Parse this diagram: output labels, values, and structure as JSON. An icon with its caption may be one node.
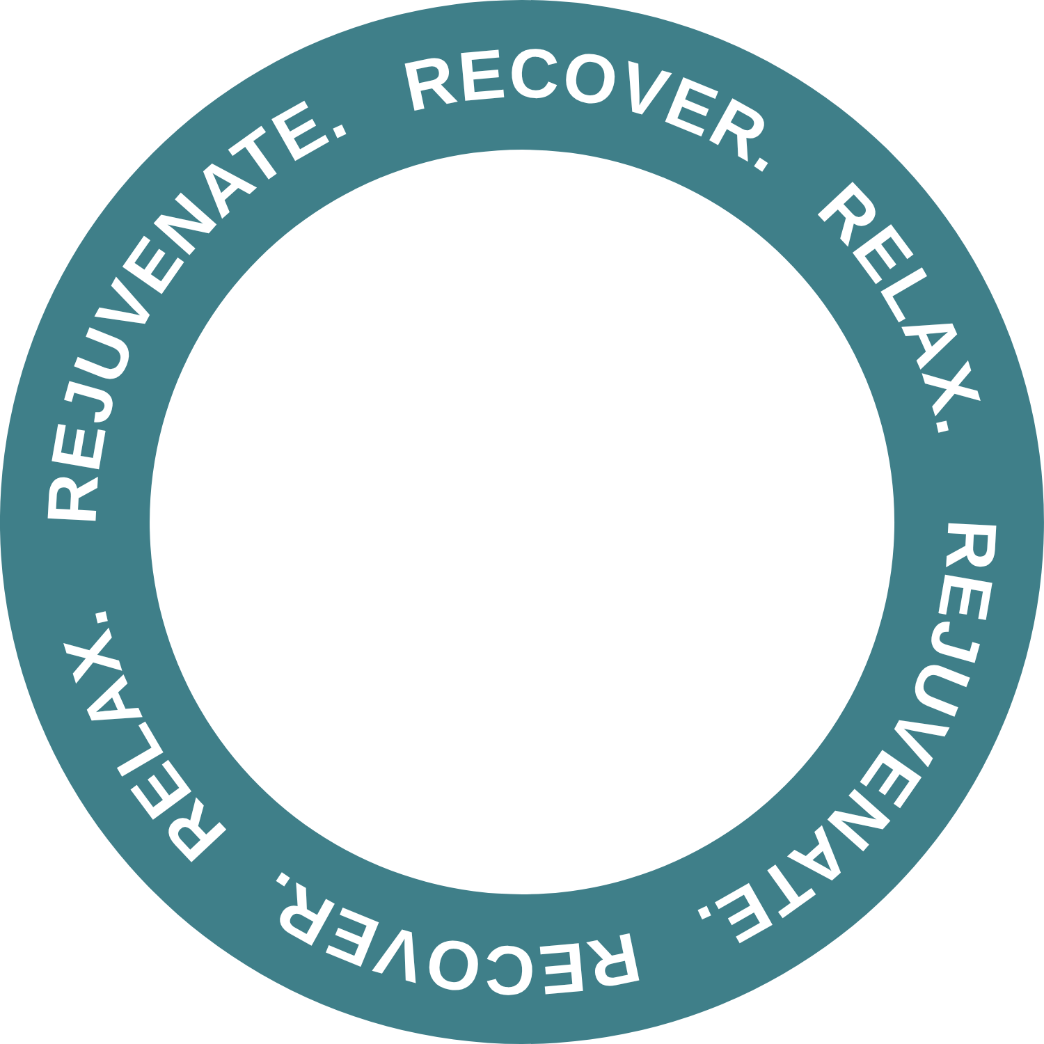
{
  "diagram": {
    "nodes": [
      {
        "text": [
          "RECOVER.",
          "RELAX.",
          "REJUVENATE.",
          "RECOVER.",
          "RELAX.",
          "REJUVENATE."
        ]
      }
    ]
  }
}
